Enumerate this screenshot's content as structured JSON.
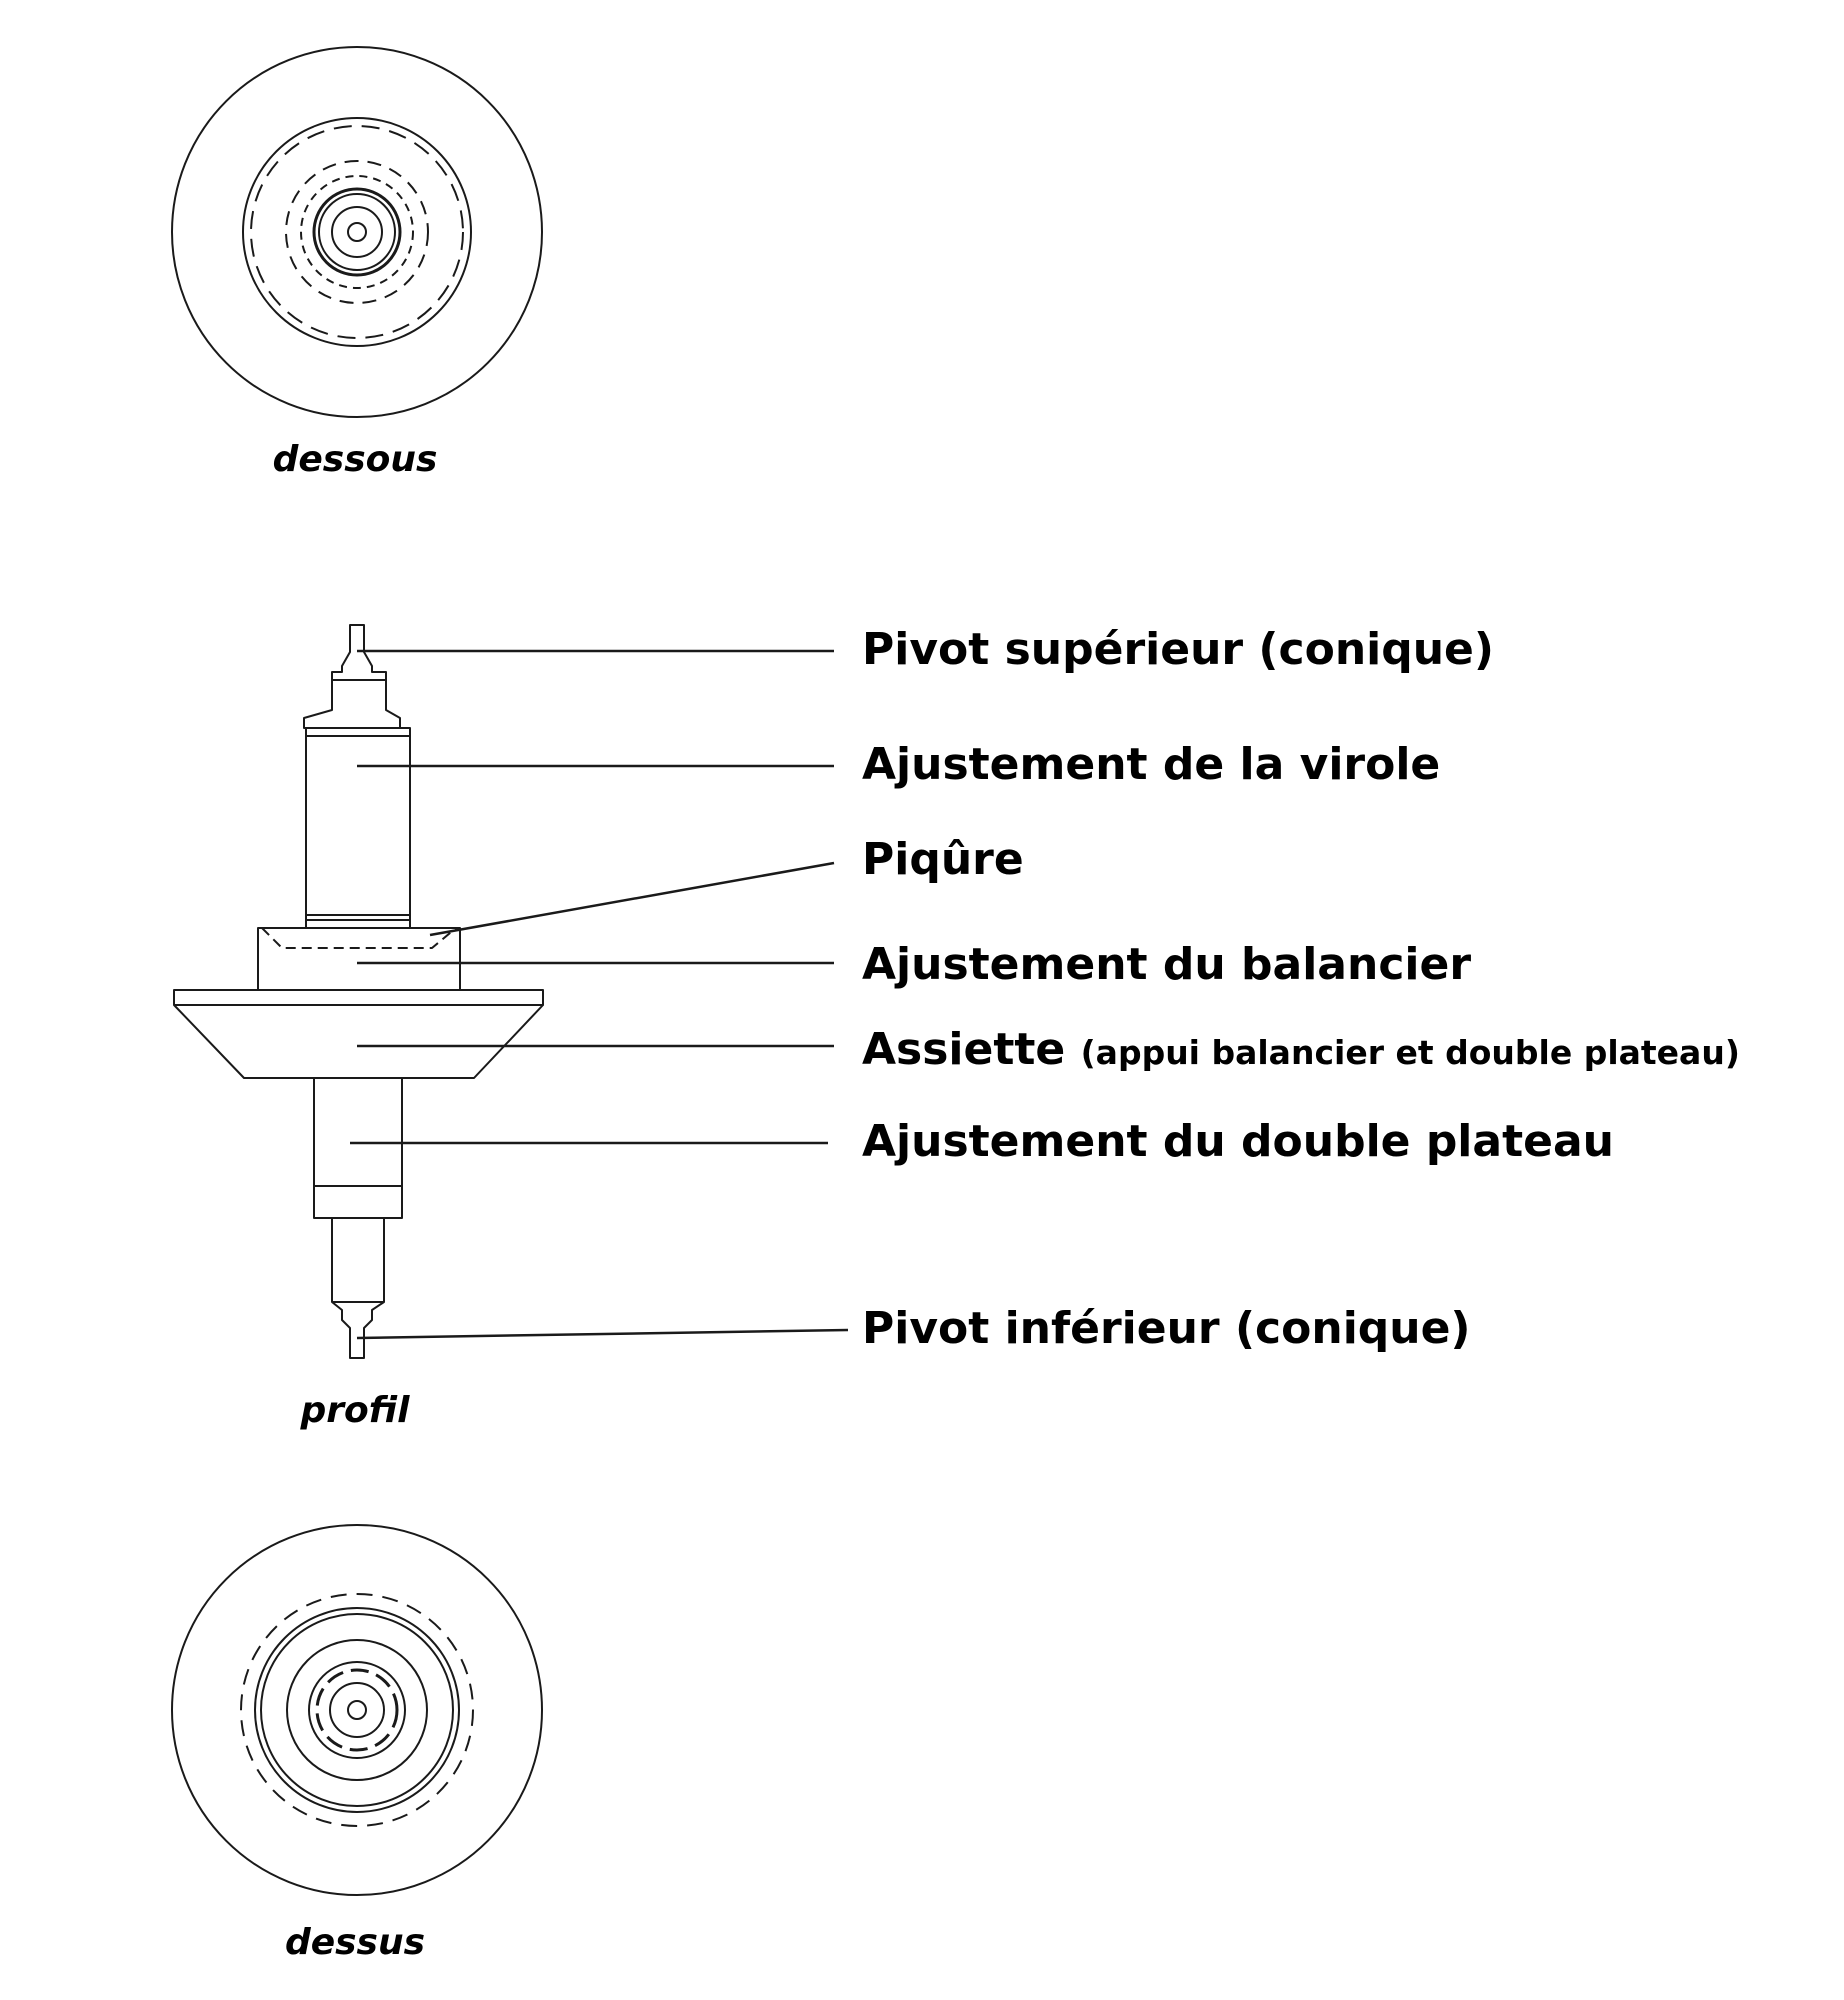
{
  "views": {
    "bottom_view": {
      "caption": "dessous"
    },
    "profile_view": {
      "caption": "profil"
    },
    "top_view": {
      "caption": "dessus"
    }
  },
  "callouts": {
    "upper_pivot": {
      "label": "Pivot supérieur (conique)"
    },
    "hairspring_collet_fit": {
      "label": "Ajustement de la virole"
    },
    "punch_mark": {
      "label": "Piqûre"
    },
    "balance_fit": {
      "label": "Ajustement du balancier"
    },
    "seat": {
      "label": "Assiette",
      "note": "(appui balancier et double plateau)"
    },
    "double_roller_fit": {
      "label": "Ajustement du double plateau"
    },
    "lower_pivot": {
      "label": "Pivot inférieur (conique)"
    }
  },
  "colors": {
    "line": "#1a1a1a",
    "text": "#000000",
    "background": "#ffffff"
  }
}
